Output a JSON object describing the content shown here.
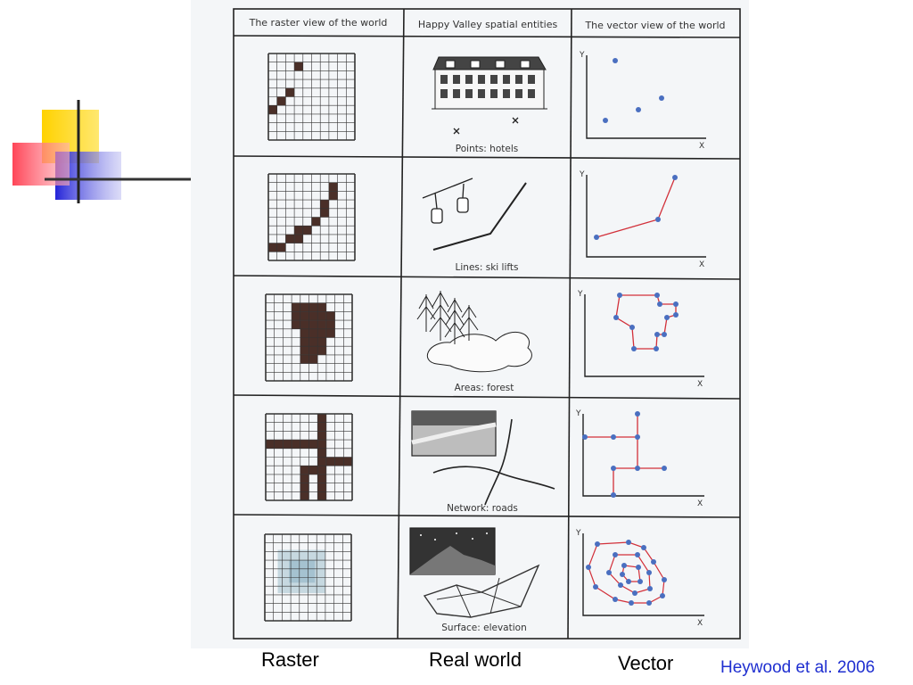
{
  "table": {
    "column_headers": [
      "The raster view of the world",
      "Happy Valley spatial entities",
      "The vector view of the world"
    ],
    "rows": [
      {
        "entity": "Points: hotels"
      },
      {
        "entity": "Lines: ski lifts"
      },
      {
        "entity": "Areas: forest"
      },
      {
        "entity": "Network: roads"
      },
      {
        "entity": "Surface: elevation"
      }
    ],
    "axis_x": "X",
    "axis_y": "Y"
  },
  "bottom_labels": {
    "raster": "Raster",
    "real_world": "Real world",
    "vector": "Vector"
  },
  "credit": "Heywood et al. 2006",
  "colors": {
    "raster_fill": "#4a2f28",
    "vector_point": "#4a6fc0",
    "vector_line": "#d2303a",
    "surface_fill": "#8fb4c4",
    "credit_text": "#1f2fd0",
    "deco_yellow": "#ffd200",
    "deco_red": "#ff4a5a",
    "deco_blue": "#2a2ad8"
  }
}
